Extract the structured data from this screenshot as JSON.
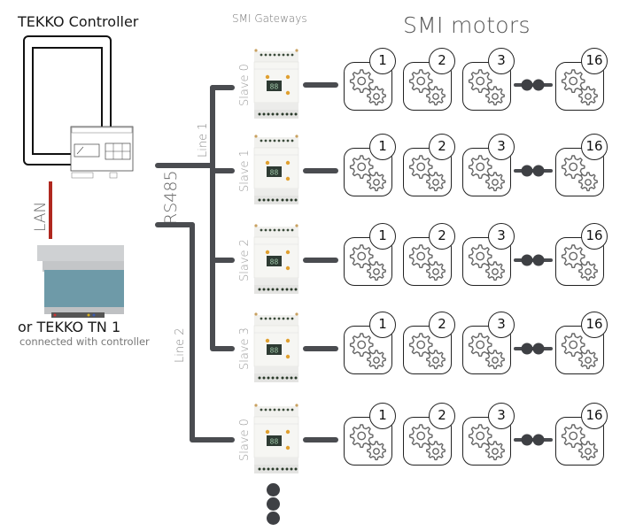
{
  "controller": {
    "title": "TEKKO Controller",
    "alt_title": "or TEKKO TN 1",
    "alt_subtitle": "connected with controller",
    "lan_label": "LAN",
    "bus_label": "RS485"
  },
  "gateways": {
    "title": "SMI Gateways",
    "lines": [
      {
        "label": "Line 1"
      },
      {
        "label": "Line 2"
      }
    ],
    "rows": [
      {
        "slave": "Slave 0",
        "line": "Line 1"
      },
      {
        "slave": "Slave 1",
        "line": "Line 1"
      },
      {
        "slave": "Slave 2",
        "line": "Line 1"
      },
      {
        "slave": "Slave 3",
        "line": "Line 1"
      },
      {
        "slave": "Slave 0",
        "line": "Line 2"
      }
    ]
  },
  "motors": {
    "title": "SMI motors",
    "numbers": [
      "1",
      "2",
      "3",
      "16"
    ],
    "icon": "gears-icon"
  },
  "colors": {
    "bus": "#4a4c50",
    "lan": "#b0281f",
    "tn1_front": "#6e9aa8"
  }
}
